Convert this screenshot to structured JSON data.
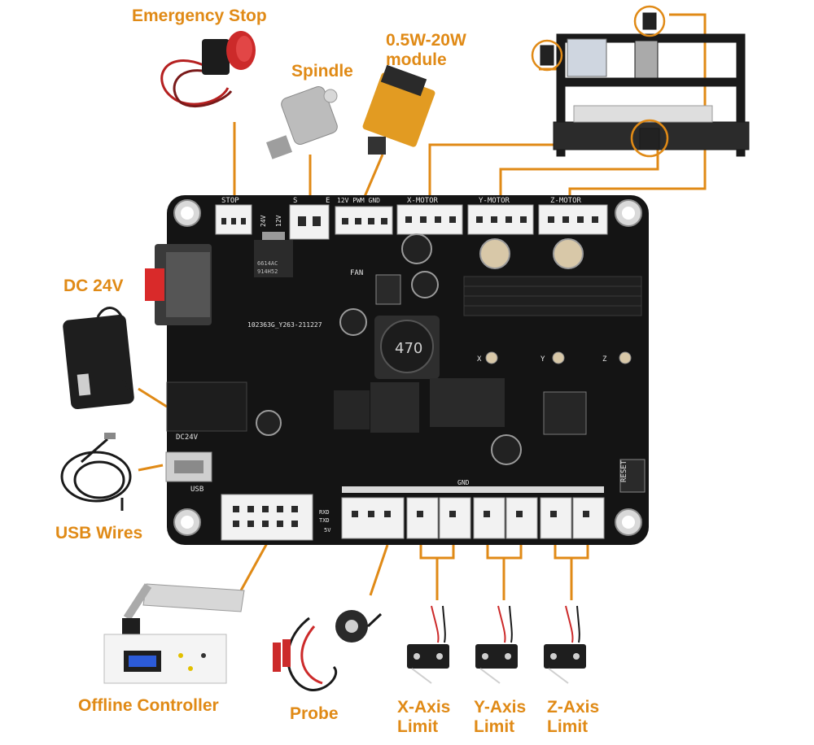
{
  "labels": {
    "emergency_stop": "Emergency Stop",
    "spindle": "Spindle",
    "laser_module_line1": "0.5W-20W",
    "laser_module_line2": "module",
    "dc_24v": "DC 24V",
    "usb_wires": "USB Wires",
    "offline_controller": "Offline Controller",
    "probe": "Probe",
    "x_limit_line1": "X-Axis",
    "x_limit_line2": "Limit",
    "y_limit_line1": "Y-Axis",
    "y_limit_line2": "Limit",
    "z_limit_line1": "Z-Axis",
    "z_limit_line2": "Limit"
  },
  "board_silkscreen": {
    "stop": "STOP",
    "spindle_s": "S",
    "spindle_e": "E",
    "v24": "24V",
    "v12": "12V",
    "laser_header": "12V PWM GND",
    "x_motor": "X-MOTOR",
    "y_motor": "Y-MOTOR",
    "z_motor": "Z-MOTOR",
    "fan": "FAN",
    "board_id": "102363G_Y263-211227",
    "dc24v": "DC24V",
    "usb": "USB",
    "reset": "RESET",
    "gnd": "GND",
    "x": "X",
    "y": "Y",
    "z": "Z",
    "inductor": "470",
    "chip_a": "6614AC",
    "chip_b": "914H52",
    "v5": "5V",
    "rxd": "RXD",
    "txd": "TXD"
  },
  "colors": {
    "callout": "#e08a16",
    "leader": "#e08a16",
    "board": "#141414",
    "silk": "#e6e6e6",
    "connector": "#f2f2f2"
  }
}
